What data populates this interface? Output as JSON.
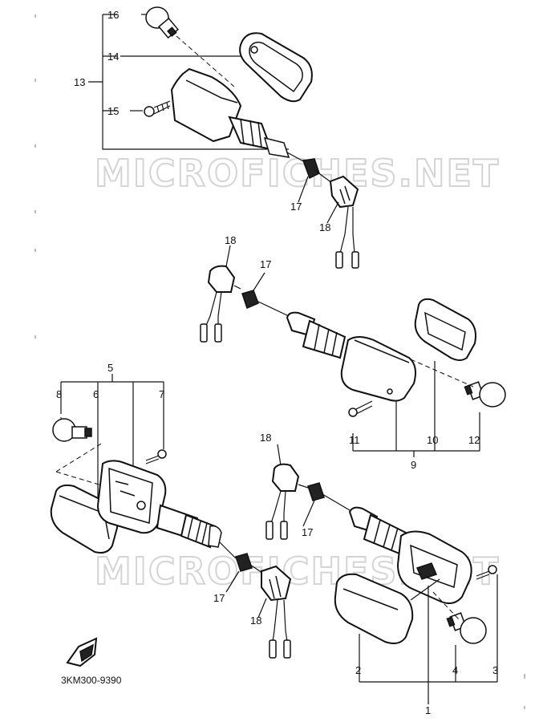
{
  "watermark": "MICROFICHES.NET",
  "diagram_code": "3KM300-9390",
  "labels": {
    "p1": "1",
    "p2": "2",
    "p3": "3",
    "p4": "4",
    "p5": "5",
    "p6": "6",
    "p7": "7",
    "p8": "8",
    "p9": "9",
    "p10": "10",
    "p11": "11",
    "p12": "12",
    "p13": "13",
    "p14": "14",
    "p15": "15",
    "p16": "16",
    "p17": "17",
    "p18": "18"
  }
}
